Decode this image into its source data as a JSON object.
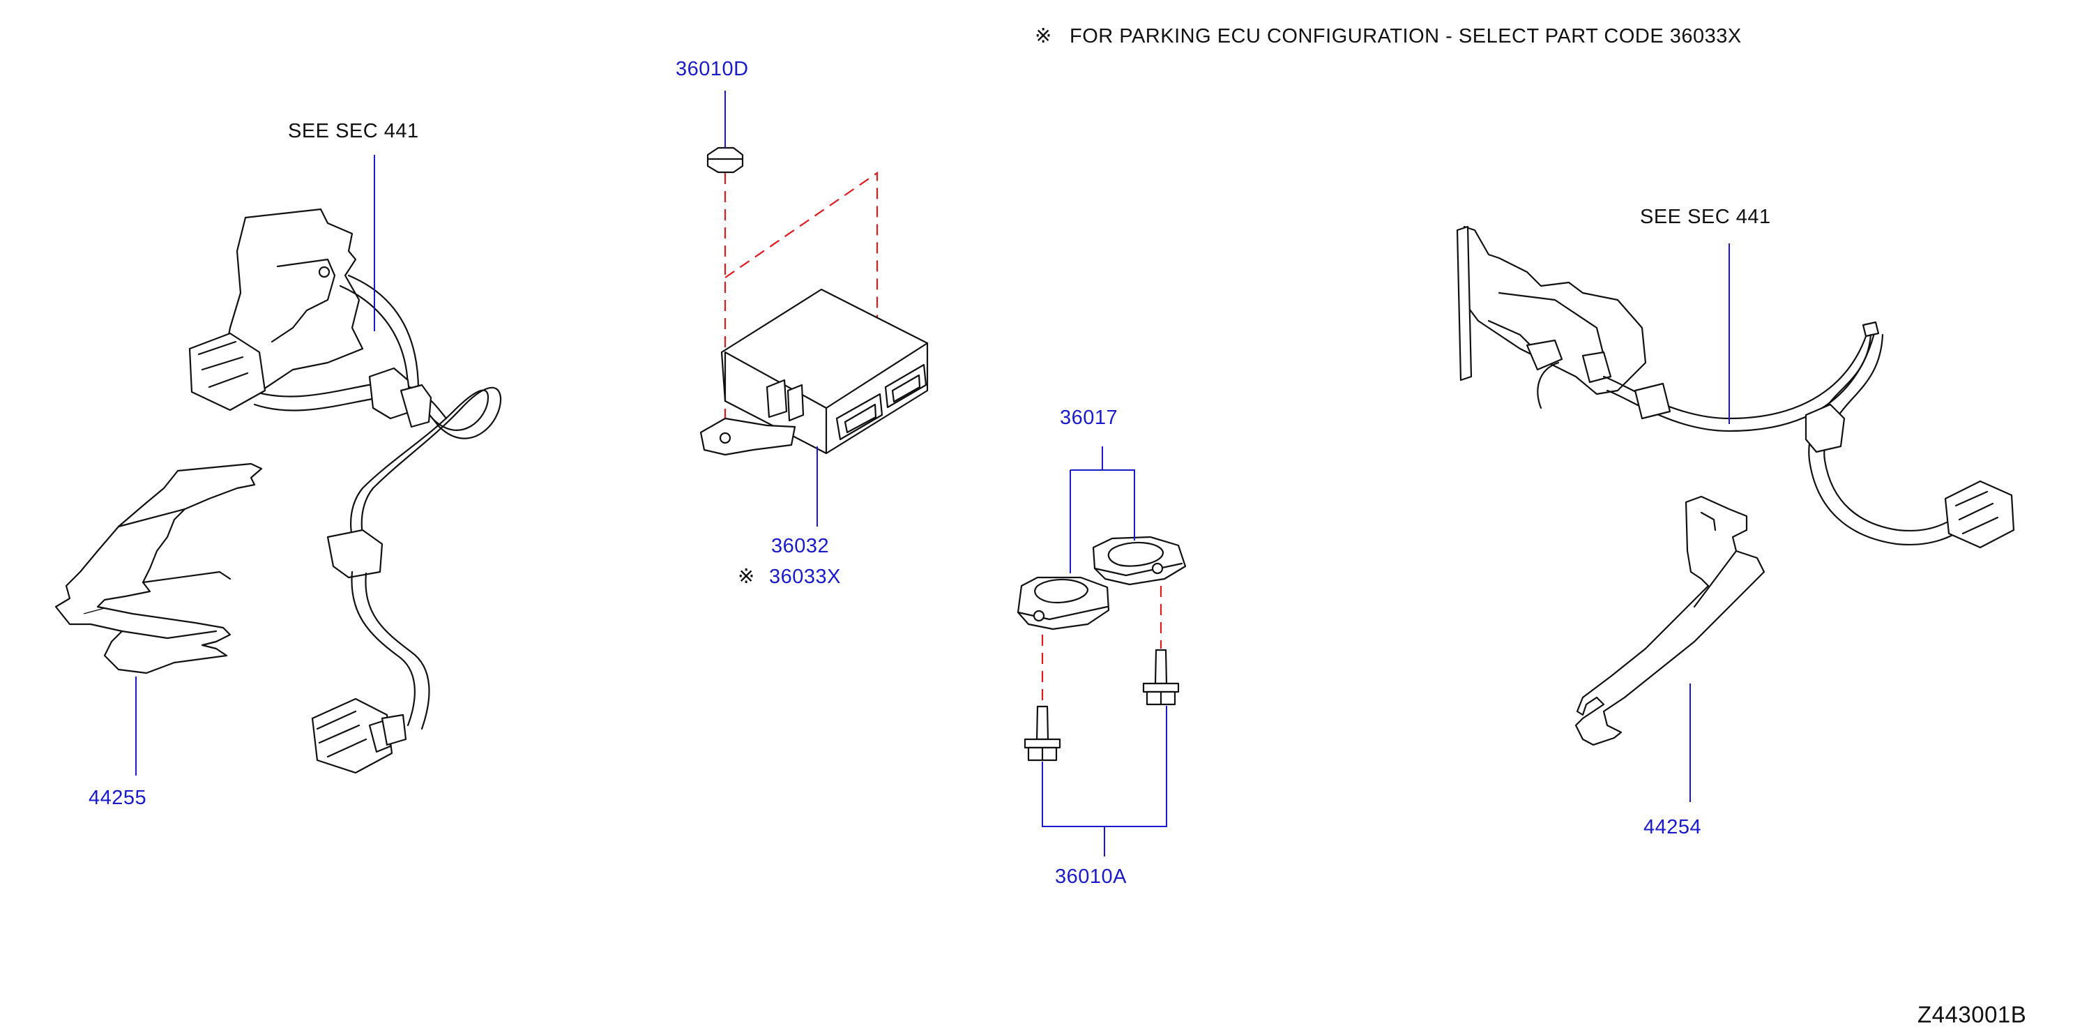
{
  "note": {
    "mark": "※",
    "text": "FOR  PARKING  ECU  CONFIGURATION  -  SELECT  PART  CODE  36033X"
  },
  "labels": {
    "see_sec_left": "SEE  SEC  441",
    "see_sec_right": "SEE  SEC  441",
    "p36010D": "36010D",
    "p36032": "36032",
    "p36033X_mark": "※",
    "p36033X": "36033X",
    "p36017": "36017",
    "p36010A": "36010A",
    "p44255": "44255",
    "p44254": "44254"
  },
  "diagram_id": "Z443001B",
  "colors": {
    "part_number": "#1a1acd",
    "phantom_line": "#e0191e",
    "drawing": "#111111"
  }
}
